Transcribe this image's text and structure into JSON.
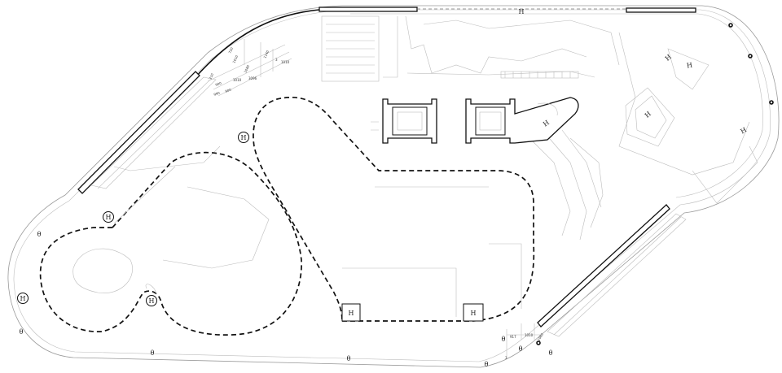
{
  "column_marks": {
    "glyph": "H",
    "circled": [
      "H",
      "H",
      "H",
      "H"
    ],
    "boxed": [
      "H",
      "H"
    ],
    "plain": [
      "H",
      "H",
      "H",
      "H",
      "H",
      "H"
    ]
  },
  "theta_marks": {
    "glyph": "θ",
    "items": [
      "θ",
      "θ",
      "θ",
      "θ",
      "θ",
      "θ",
      "θ",
      "θ"
    ]
  },
  "dimensions_top": [
    "720",
    "1010",
    "1080",
    "1140",
    "1010",
    "3096",
    "1010",
    "210",
    "990",
    "900",
    "900",
    "3"
  ],
  "dimensions_bottom": [
    "917",
    "1010",
    "1080",
    "3"
  ],
  "colors": {
    "line": "#111111",
    "fine_line": "#bdbdbd",
    "background": "#ffffff"
  }
}
